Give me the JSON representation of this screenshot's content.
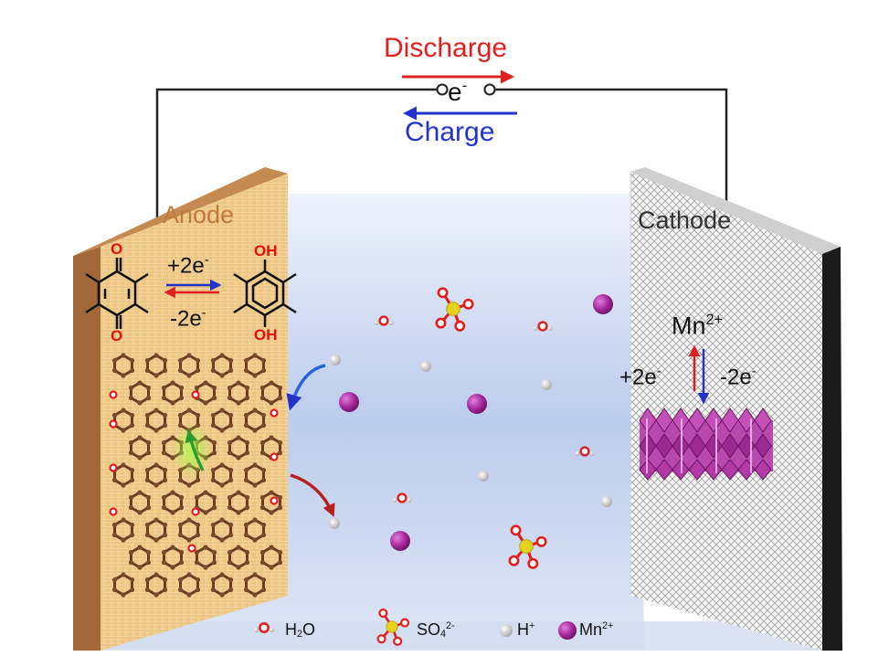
{
  "circuit": {
    "discharge_label": "Discharge",
    "charge_label": "Charge",
    "electron_symbol": "e",
    "electron_charge": "-",
    "discharge_color": "#e02020",
    "charge_color": "#2233cc"
  },
  "anode": {
    "label": "Anode",
    "reaction_forward": "+2e",
    "reaction_back": "-2e",
    "electron_charge": "-",
    "quinone_atom": "O",
    "hydroquinone_group": "OH"
  },
  "cathode": {
    "label": "Cathode",
    "ion_symbol": "Mn",
    "ion_charge": "2+",
    "left_label": "+2e",
    "right_label": "-2e",
    "electron_charge": "-"
  },
  "legend": {
    "water": {
      "main": "H",
      "sub": "2",
      "tail": "O"
    },
    "sulfate": {
      "main": "SO",
      "sub": "4",
      "sup": "2-"
    },
    "proton": {
      "main": "H",
      "sup": "+"
    },
    "manganese": {
      "main": "Mn",
      "sup": "2+"
    }
  },
  "colors": {
    "anode_wood": "#f0c98a",
    "cathode_mesh": "#eeeeee",
    "electrolyte": "#c6d4ef",
    "manganese_ion": "#a4279c",
    "sulfur": "#e6d21e",
    "oxygen": "#e01e1e",
    "proton": "#d8d8d8"
  }
}
